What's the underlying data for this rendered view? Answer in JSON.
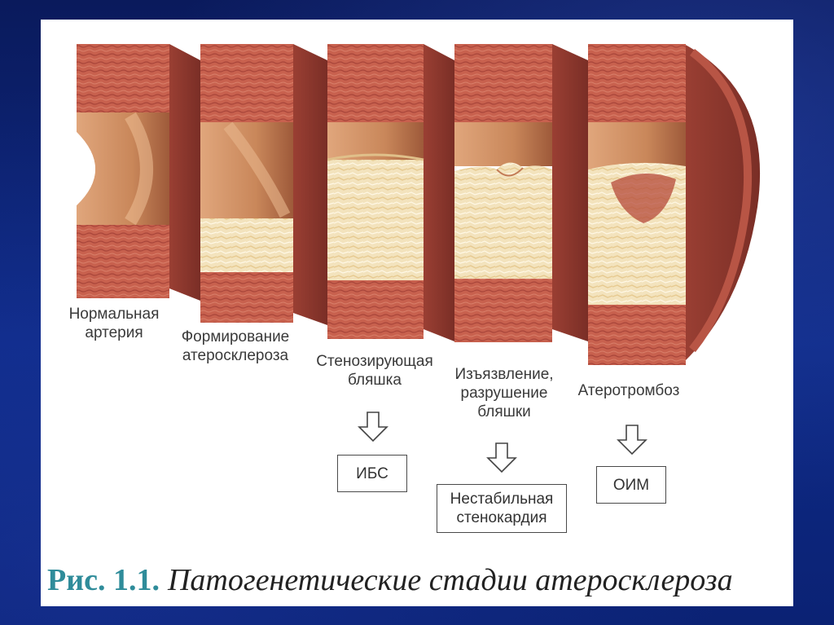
{
  "stages": [
    {
      "id": "normal",
      "label_lines": [
        "Нормальная",
        "артерия"
      ]
    },
    {
      "id": "forming",
      "label_lines": [
        "Формирование",
        "атеросклероза"
      ]
    },
    {
      "id": "stenosing",
      "label_lines": [
        "Стенозирующая",
        "бляшка"
      ]
    },
    {
      "id": "ulceration",
      "label_lines": [
        "Изъязвление,",
        "разрушение",
        "бляшки"
      ]
    },
    {
      "id": "atherothrombosis",
      "label_lines": [
        "Атеротромбоз"
      ]
    }
  ],
  "outcomes": [
    {
      "stage": "stenosing",
      "lines": [
        "ИБС"
      ]
    },
    {
      "stage": "ulceration",
      "lines": [
        "Нестабильная",
        "стенокардия"
      ]
    },
    {
      "stage": "atherothrombosis",
      "lines": [
        "ОИМ"
      ]
    }
  ],
  "caption": {
    "number": "Рис. 1.1.",
    "text": "Патогенетические стадии атеросклероза"
  },
  "colors": {
    "slide_background": "#0e2a86",
    "panel": "#ffffff",
    "artery_wall": "#c8614e",
    "artery_lumen": "#c98a5f",
    "plaque": "#f1dfb6",
    "caption_number": "#2f8c9a"
  },
  "icons": {
    "flow_arrow": "hollow-down-arrow-icon"
  }
}
